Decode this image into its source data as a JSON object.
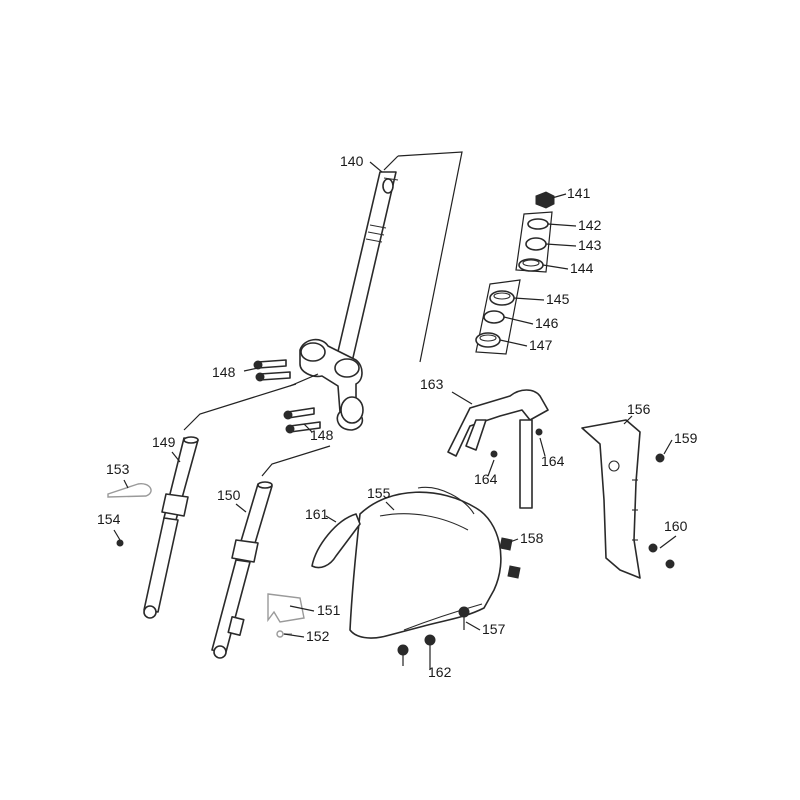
{
  "diagram": {
    "callouts": [
      "140",
      "141",
      "142",
      "143",
      "144",
      "145",
      "146",
      "147",
      "148",
      "148",
      "149",
      "150",
      "151",
      "152",
      "153",
      "154",
      "155",
      "156",
      "157",
      "158",
      "159",
      "160",
      "161",
      "162",
      "163",
      "164",
      "164"
    ]
  }
}
